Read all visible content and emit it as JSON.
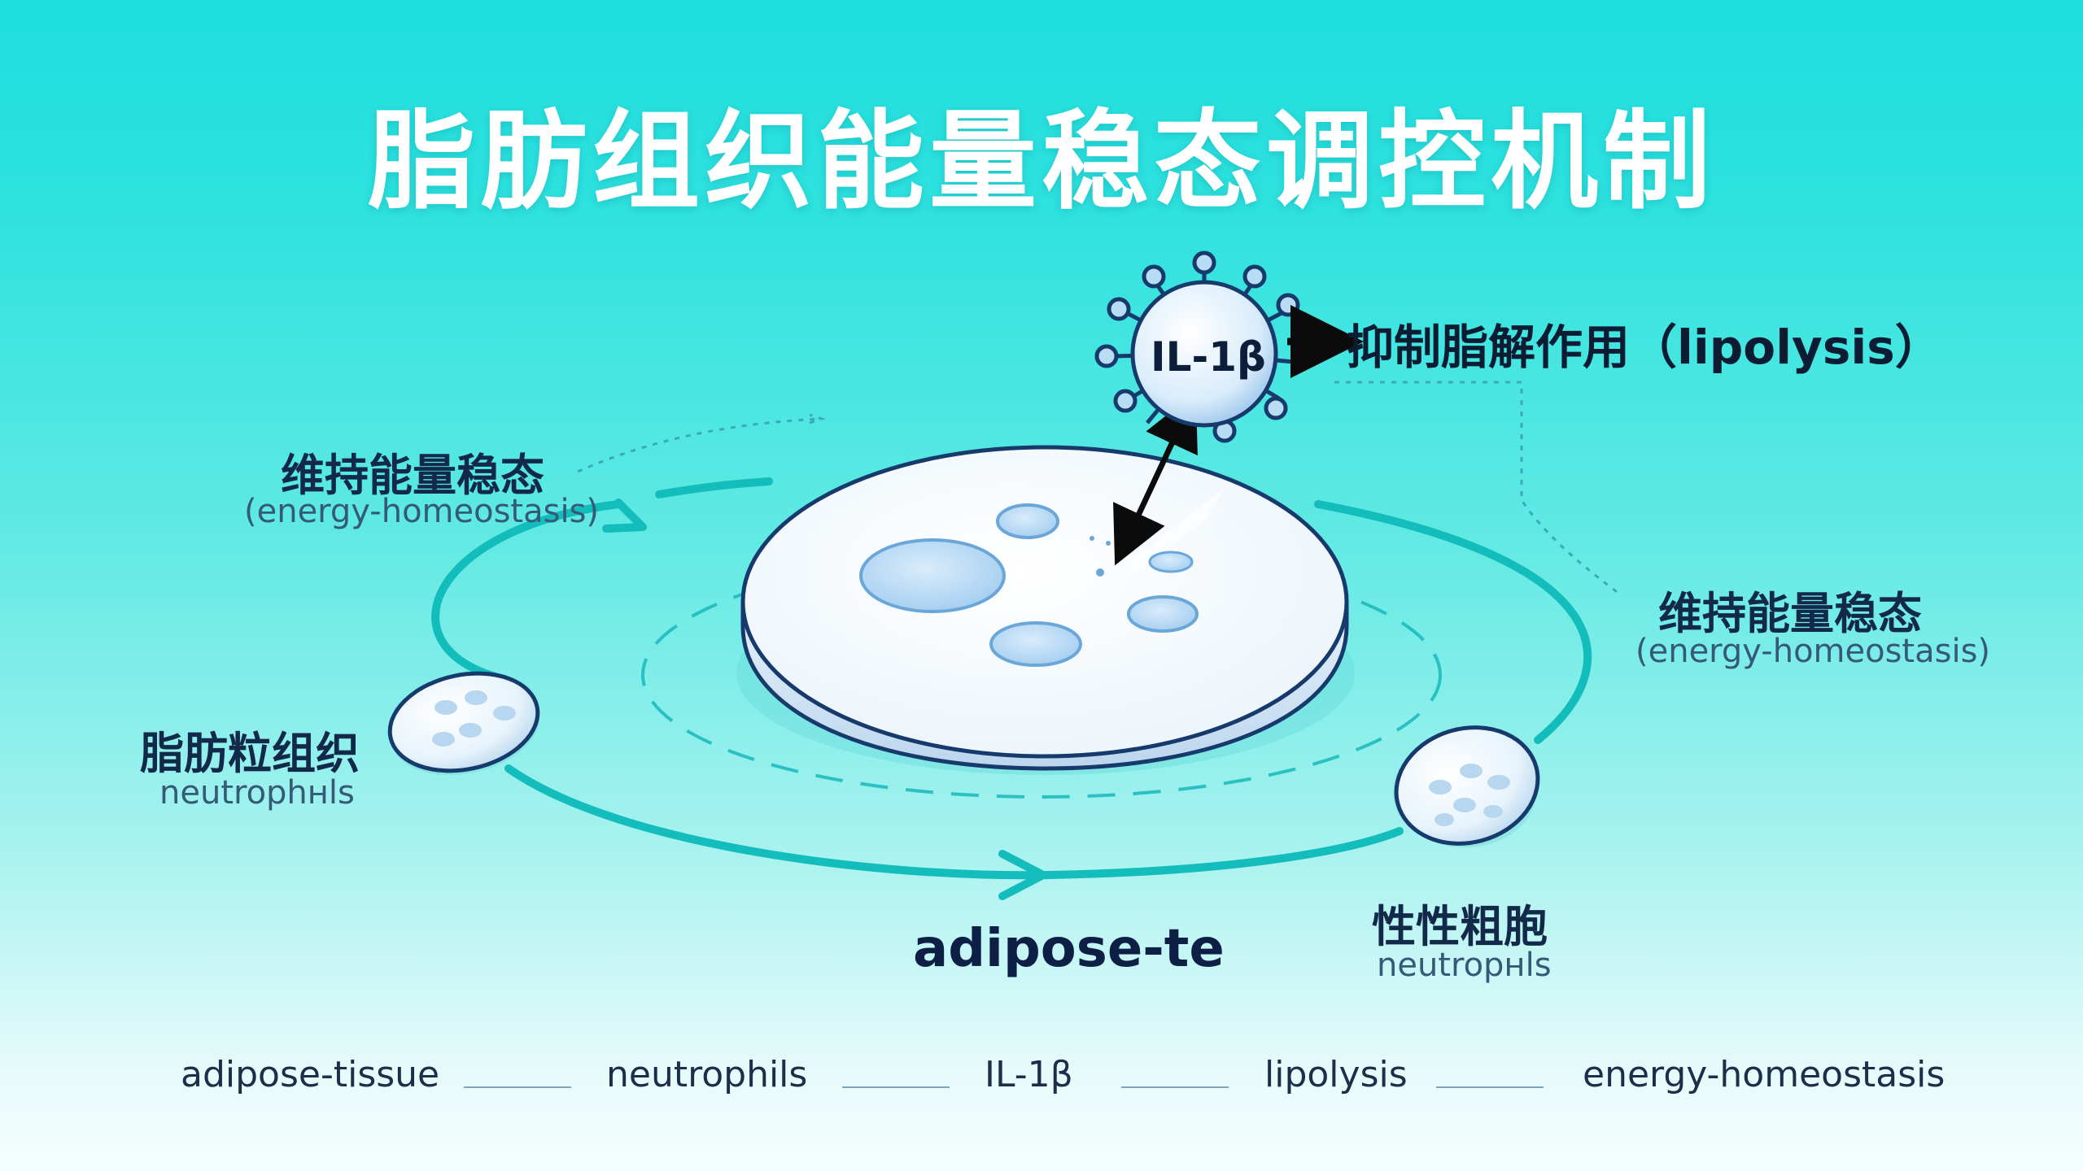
{
  "title": "脂肪组织能量稳态调控机制",
  "il1b": {
    "label": "IL-1β",
    "effect_zh": "抑制脂解作用（lipolysis）"
  },
  "left_top": {
    "zh": "维持能量稳态",
    "en": "(energy-homeostasis)"
  },
  "right_top": {
    "zh": "维持能量稳态",
    "en": "(energy-homeostasis)"
  },
  "left_cell": {
    "zh": "脂肪粒组织",
    "en": "neutrophнls"
  },
  "right_cell": {
    "zh": "性性粗胞",
    "en": "neutropнls"
  },
  "center_label": "adipose-te",
  "legend": [
    "adipose-tissue",
    "neutrophils",
    "IL-1β",
    "lipolysis",
    "energy-homeostasis"
  ],
  "colors": {
    "cycle": "#13bdbb",
    "disk_outline": "#163a6b",
    "droplet": "#8fc3ef",
    "title": "#ffffff"
  }
}
